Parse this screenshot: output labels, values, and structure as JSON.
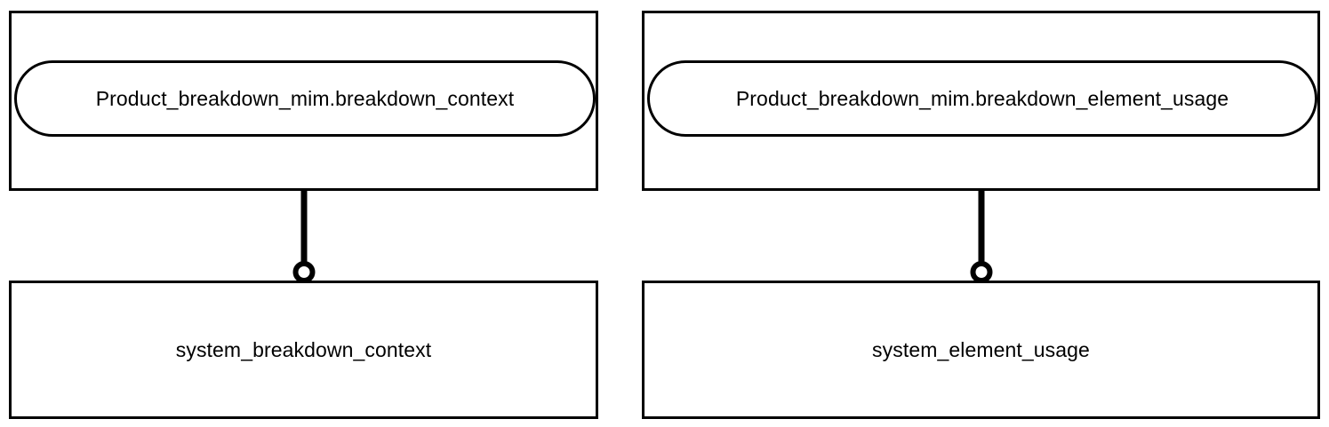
{
  "diagram": {
    "type": "uml-package-mapping",
    "background_color": "#ffffff",
    "stroke_color": "#000000",
    "groups": [
      {
        "id": "breakdown-context",
        "package": {
          "label": "Product_breakdown_mim.breakdown_context",
          "shape": "stadium"
        },
        "connector": {
          "style": "stem-with-socket-circle",
          "endpoint_icon": "hollow-circle"
        },
        "entity": {
          "label": "system_breakdown_context",
          "shape": "rectangle"
        }
      },
      {
        "id": "breakdown-element-usage",
        "package": {
          "label": "Product_breakdown_mim.breakdown_element_usage",
          "shape": "stadium"
        },
        "connector": {
          "style": "stem-with-socket-circle",
          "endpoint_icon": "hollow-circle"
        },
        "entity": {
          "label": "system_element_usage",
          "shape": "rectangle"
        }
      }
    ]
  }
}
